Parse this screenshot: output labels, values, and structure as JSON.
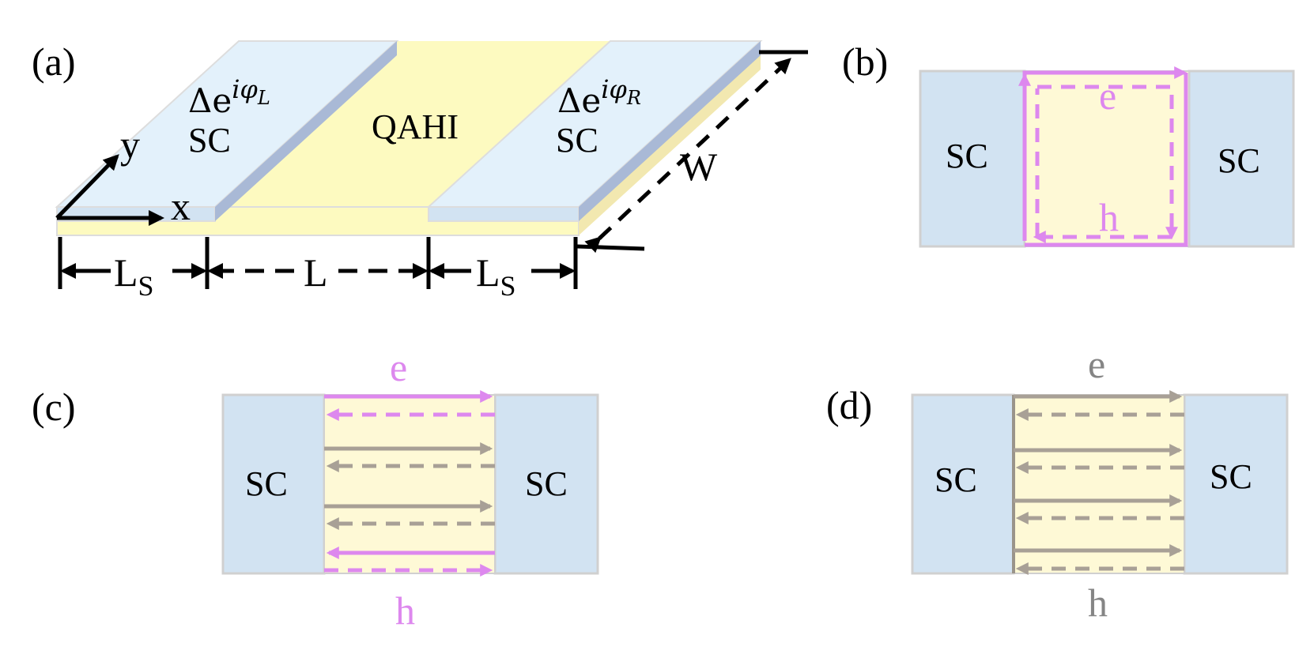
{
  "panel_a": {
    "label": "(a)",
    "left_delta": "Δe",
    "left_phase": "iφ",
    "left_phase_sub": "L",
    "left_sc": "SC",
    "center": "QAHI",
    "right_delta": "Δe",
    "right_phase": "iφ",
    "right_phase_sub": "R",
    "right_sc": "SC",
    "axis_x": "x",
    "axis_y": "y",
    "width_label": "W",
    "ls_left": "L",
    "ls_left_sub": "S",
    "l_middle": "L",
    "ls_right": "L",
    "ls_right_sub": "S"
  },
  "panel_b": {
    "label": "(b)",
    "sc_left": "SC",
    "sc_right": "SC",
    "electron": "e",
    "hole": "h"
  },
  "panel_c": {
    "label": "(c)",
    "sc_left": "SC",
    "sc_right": "SC",
    "electron": "e",
    "hole": "h"
  },
  "panel_d": {
    "label": "(d)",
    "sc_left": "SC",
    "sc_right": "SC",
    "electron": "e",
    "hole": "h"
  },
  "colors": {
    "superconductor": "#d2e3f2",
    "superconductor_top": "#e3f1fb",
    "qahi": "#fef9d6",
    "qahi_top": "#fdfac0",
    "edge_electron": "#dd88ee",
    "edge_grey": "#a8a096"
  }
}
